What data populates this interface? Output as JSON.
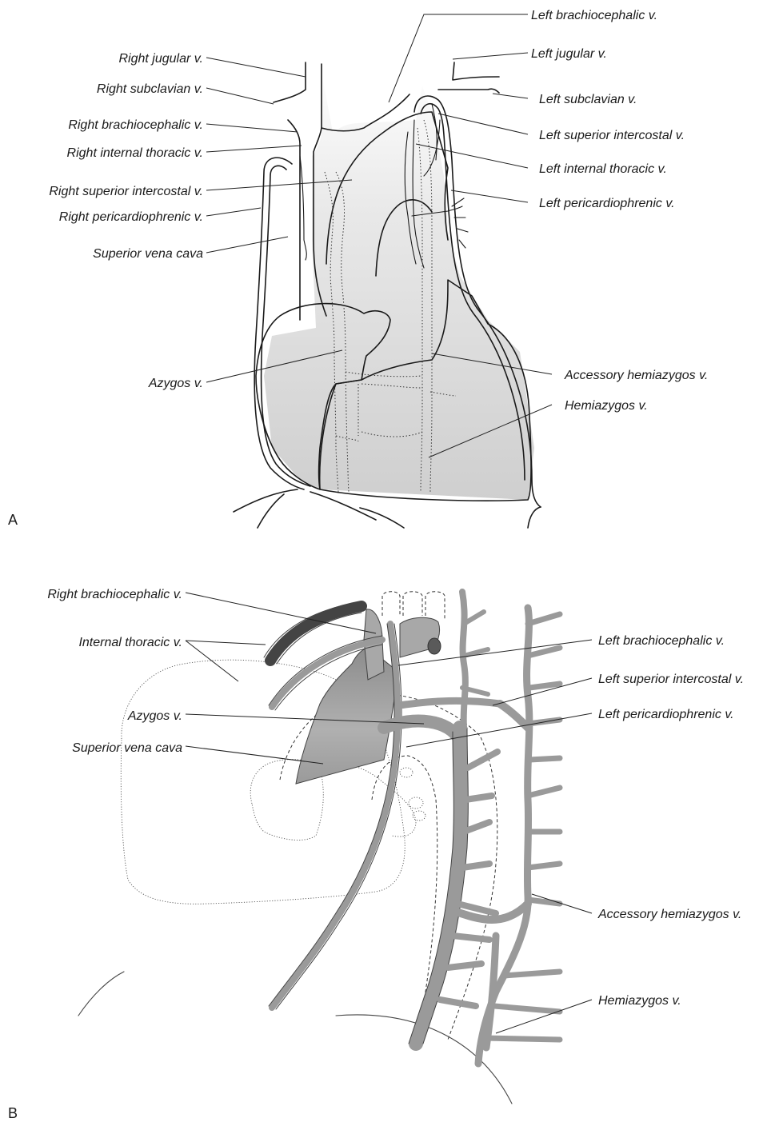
{
  "panel_a": {
    "letter": "A",
    "labels": {
      "right_jugular": "Right jugular v.",
      "right_subclavian": "Right subclavian v.",
      "right_brachiocephalic": "Right brachiocephalic v.",
      "right_internal_thoracic": "Right internal thoracic v.",
      "right_superior_intercostal": "Right superior intercostal v.",
      "right_pericardiophrenic": "Right pericardiophrenic v.",
      "superior_vena_cava": "Superior vena cava",
      "azygos": "Azygos v.",
      "left_brachiocephalic": "Left brachiocephalic v.",
      "left_jugular": "Left jugular v.",
      "left_subclavian": "Left subclavian v.",
      "left_superior_intercostal": "Left superior intercostal v.",
      "left_internal_thoracic": "Left internal thoracic v.",
      "left_pericardiophrenic": "Left pericardiophrenic v.",
      "accessory_hemiazygos": "Accessory hemiazygos v.",
      "hemiazygos": "Hemiazygos v."
    }
  },
  "panel_b": {
    "letter": "B",
    "labels": {
      "right_brachiocephalic": "Right brachiocephalic v.",
      "internal_thoracic": "Internal thoracic v.",
      "azygos": "Azygos v.",
      "superior_vena_cava": "Superior vena cava",
      "left_brachiocephalic": "Left brachiocephalic v.",
      "left_superior_intercostal": "Left superior intercostal v.",
      "left_pericardiophrenic": "Left pericardiophrenic v.",
      "accessory_hemiazygos": "Accessory hemiazygos v.",
      "hemiazygos": "Hemiazygos v."
    }
  }
}
